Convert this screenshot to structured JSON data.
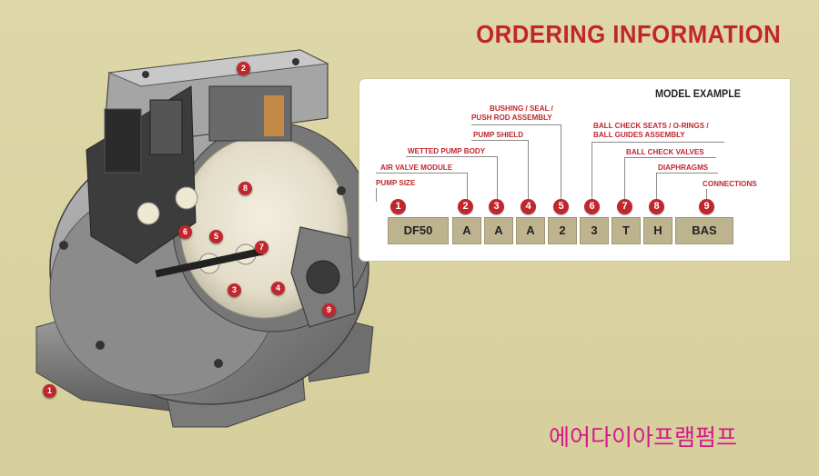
{
  "colors": {
    "title": "#c0272d",
    "red": "#c0272d",
    "korean": "#d6178a"
  },
  "title": "ORDERING INFORMATION",
  "model_example": "MODEL EXAMPLE",
  "labels": {
    "pump_size": "PUMP SIZE",
    "air_valve": "AIR VALVE MODULE",
    "wetted_body": "WETTED PUMP BODY",
    "pump_shield": "PUMP SHIELD",
    "bushing_1": "BUSHING / SEAL /",
    "bushing_2": "PUSH ROD ASSEMBLY",
    "ball_seats_1": "BALL CHECK SEATS / O-RINGS /",
    "ball_seats_2": "BALL GUIDES ASSEMBLY",
    "ball_valves": "BALL CHECK VALVES",
    "diaphragms": "DIAPHRAGMS",
    "connections": "CONNECTIONS"
  },
  "numbers": [
    "1",
    "2",
    "3",
    "4",
    "5",
    "6",
    "7",
    "8",
    "9"
  ],
  "model_code": [
    "DF50",
    "A",
    "A",
    "A",
    "2",
    "3",
    "T",
    "H",
    "BAS"
  ],
  "pump_markers": [
    "2",
    "8",
    "6",
    "5",
    "7",
    "3",
    "4",
    "9",
    "1"
  ],
  "watermark": "에어다이아프램펌프"
}
